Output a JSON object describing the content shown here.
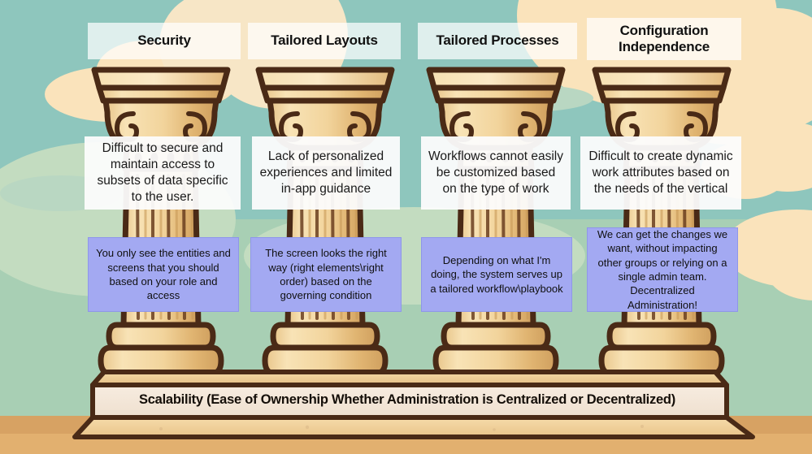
{
  "diagram": {
    "title_banner": "Scalability (Ease of Ownership Whether Administration is Centralized or Decentralized)",
    "pillars": [
      {
        "header": "Security",
        "problem": "Difficult to secure and maintain access to subsets of data specific to the user.",
        "benefit": "You only see the entities and screens that you should based on your role and access"
      },
      {
        "header": "Tailored Layouts",
        "problem": "Lack of personalized experiences and limited in-app guidance",
        "benefit": "The screen looks the right way (right elements\\right order) based on the governing condition"
      },
      {
        "header": "Tailored Processes",
        "problem": "Workflows cannot easily be customized based on the type of work",
        "benefit": "Depending on what I'm doing, the system serves up a tailored workflow\\playbook"
      },
      {
        "header": "Configuration Independence",
        "problem": "Difficult to create dynamic work attributes based on the needs of the vertical",
        "benefit": "We can get the changes we want, without impacting other groups or relying on a single admin team.  Decentralized Administration!"
      }
    ],
    "icons": {
      "column": "ionic-column-icon",
      "pedestal": "stone-pedestal-icon",
      "cloud": "cloud-icon",
      "hill": "hill-icon"
    },
    "colors": {
      "sky": "#8ec6bd",
      "hill": "#a8cfb4",
      "hill_light": "#c3dcc0",
      "ground": "#e2b06f",
      "cloud": "#fae3bb",
      "stone_light": "#f7dfae",
      "stone_mid": "#eccb8d",
      "stone_dark": "#d8ab63",
      "outline": "#4a2a16",
      "benefit_box": "#a3a9f2",
      "problem_box": "#fcfcfc",
      "header_box": "#ffffff"
    }
  }
}
